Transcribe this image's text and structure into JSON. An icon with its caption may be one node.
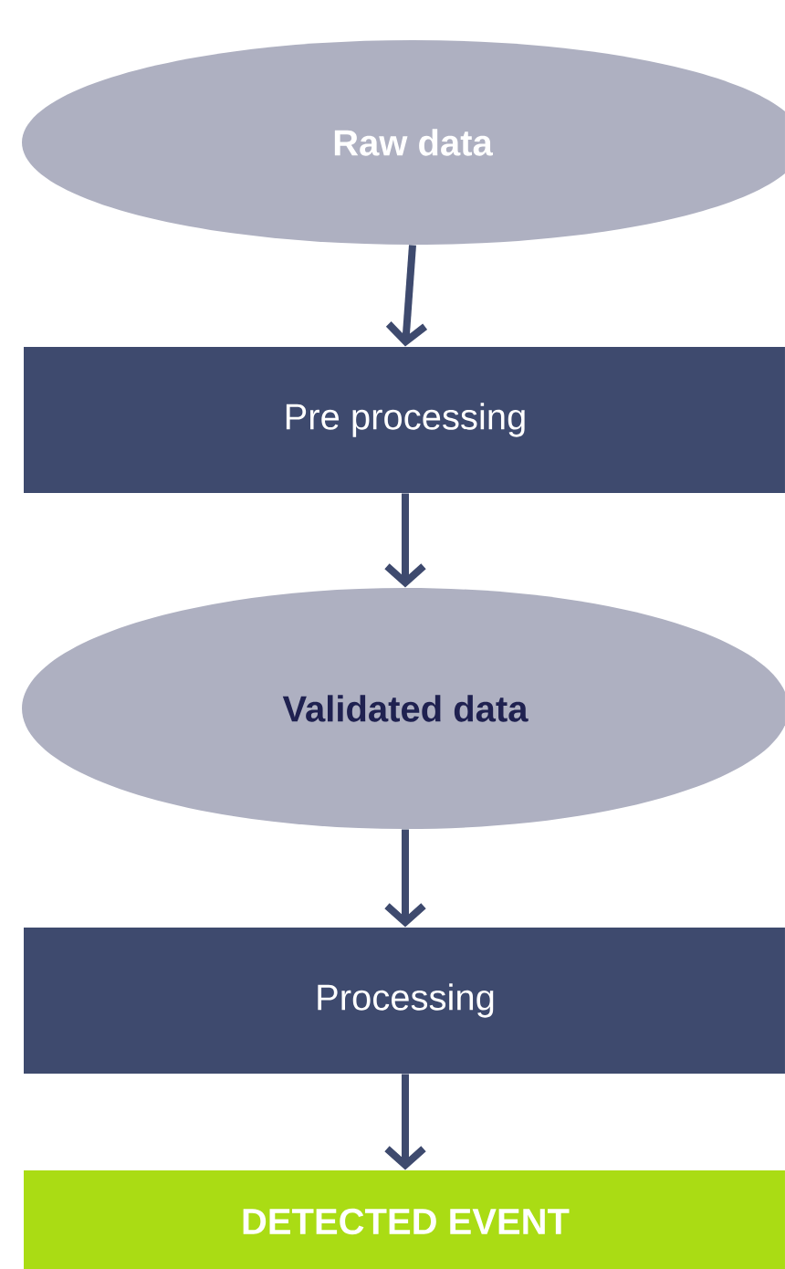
{
  "diagram": {
    "nodes": [
      {
        "text": [
          "Raw data"
        ]
      },
      {
        "text": [
          "Pre processing"
        ]
      },
      {
        "text": [
          "Validated data"
        ]
      },
      {
        "text": [
          "Processing"
        ]
      },
      {
        "text": [
          "DETECTED EVENT"
        ]
      }
    ],
    "edges": [
      {
        "from": 0,
        "to": 1,
        "arrow": "to"
      },
      {
        "from": 1,
        "to": 2,
        "arrow": "to"
      },
      {
        "from": 2,
        "to": 3,
        "arrow": "to"
      },
      {
        "from": 3,
        "to": 4,
        "arrow": "to"
      }
    ]
  }
}
